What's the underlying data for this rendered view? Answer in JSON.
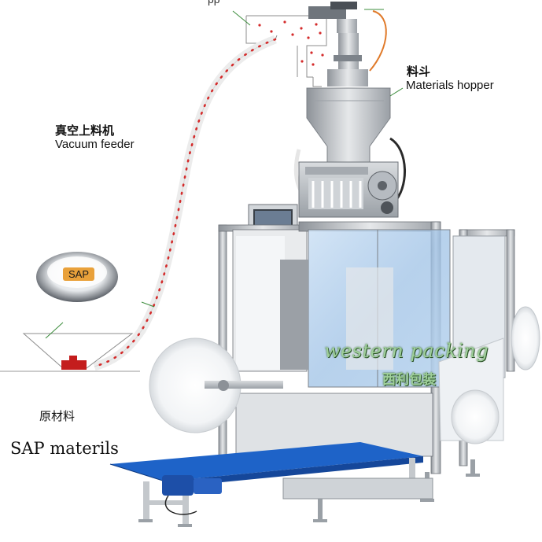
{
  "labels": {
    "hopper_cn": "料斗",
    "hopper_en": "Materials hopper",
    "feeder_cn": "真空上料机",
    "feeder_en": "Vacuum feeder",
    "raw_cn": "原材料",
    "sap_en": "SAP materils",
    "sap_badge": "SAP",
    "top_cut": "pp"
  },
  "watermark": {
    "en": "western packing",
    "cn": "西利包装"
  },
  "colors": {
    "steel": "#b9bdc2",
    "conveyor_belt": "#1e63c8",
    "particles": "#d42b2b",
    "motor": "#1d4fa8",
    "watermark": "#9fcf9a"
  }
}
